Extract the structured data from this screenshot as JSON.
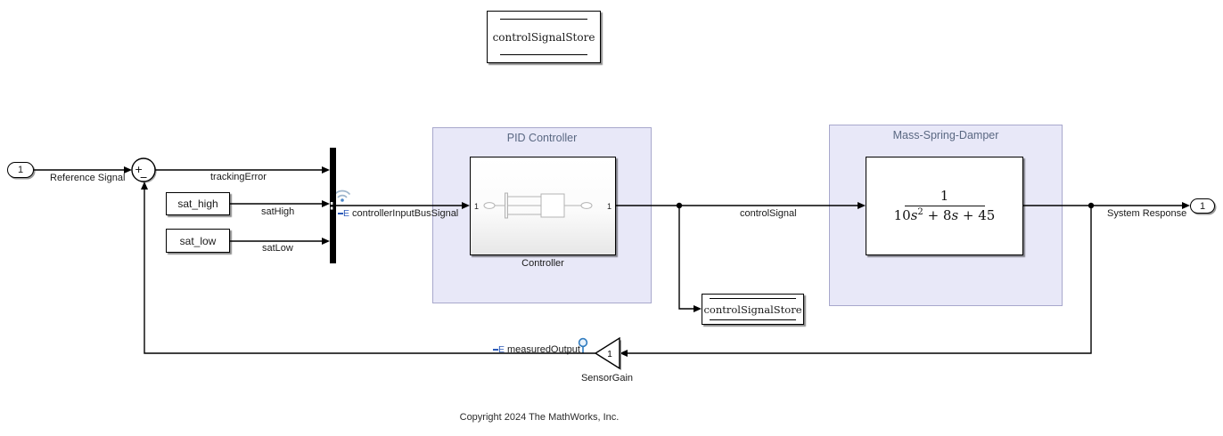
{
  "diagram": {
    "copyright": "Copyright 2024 The MathWorks, Inc.",
    "inport": {
      "number": "1",
      "signal_label": "Reference Signal"
    },
    "outport": {
      "number": "1",
      "signal_label": "System Response"
    },
    "sum_block": {
      "plus": "+",
      "minus": "−"
    },
    "constants": {
      "sat_high": "sat_high",
      "sat_low": "sat_low"
    },
    "signals": {
      "tracking_error": "trackingError",
      "sat_high": "satHigh",
      "sat_low": "satLow",
      "controller_input_bus": "controllerInputBusSignal",
      "control_signal": "controlSignal",
      "measured_output": "measuredOutput"
    },
    "data_stores": {
      "memory_block": "controlSignalStore",
      "write_block": "controlSignalStore"
    },
    "areas": {
      "pid": {
        "title": "PID Controller"
      },
      "msd": {
        "title": "Mass-Spring-Damper"
      }
    },
    "controller": {
      "name": "Controller",
      "in_port": "1",
      "out_port": "1"
    },
    "transfer_fcn": {
      "numerator": "1",
      "den_coeff1": "10",
      "den_var1": "s",
      "den_exp": "2",
      "den_mid": " + 8",
      "den_var2": "s",
      "den_tail": " + 45"
    },
    "sensor_gain": {
      "value": "1",
      "name": "SensorGain"
    },
    "badges": {
      "log_letter": "E"
    },
    "icons": {
      "streaming": "wifi-icon",
      "logged_signal": "minus-e-badge-icon",
      "test_point": "testpoint-icon"
    },
    "colors": {
      "area_fill": "#e8e8f8",
      "area_border": "#a8a8cc",
      "area_title": "#5a6882",
      "badge_blue": "#2d5bb9",
      "wifi_blue": "#9fb6cd",
      "testpoint_blue": "#2f7bbf"
    }
  }
}
